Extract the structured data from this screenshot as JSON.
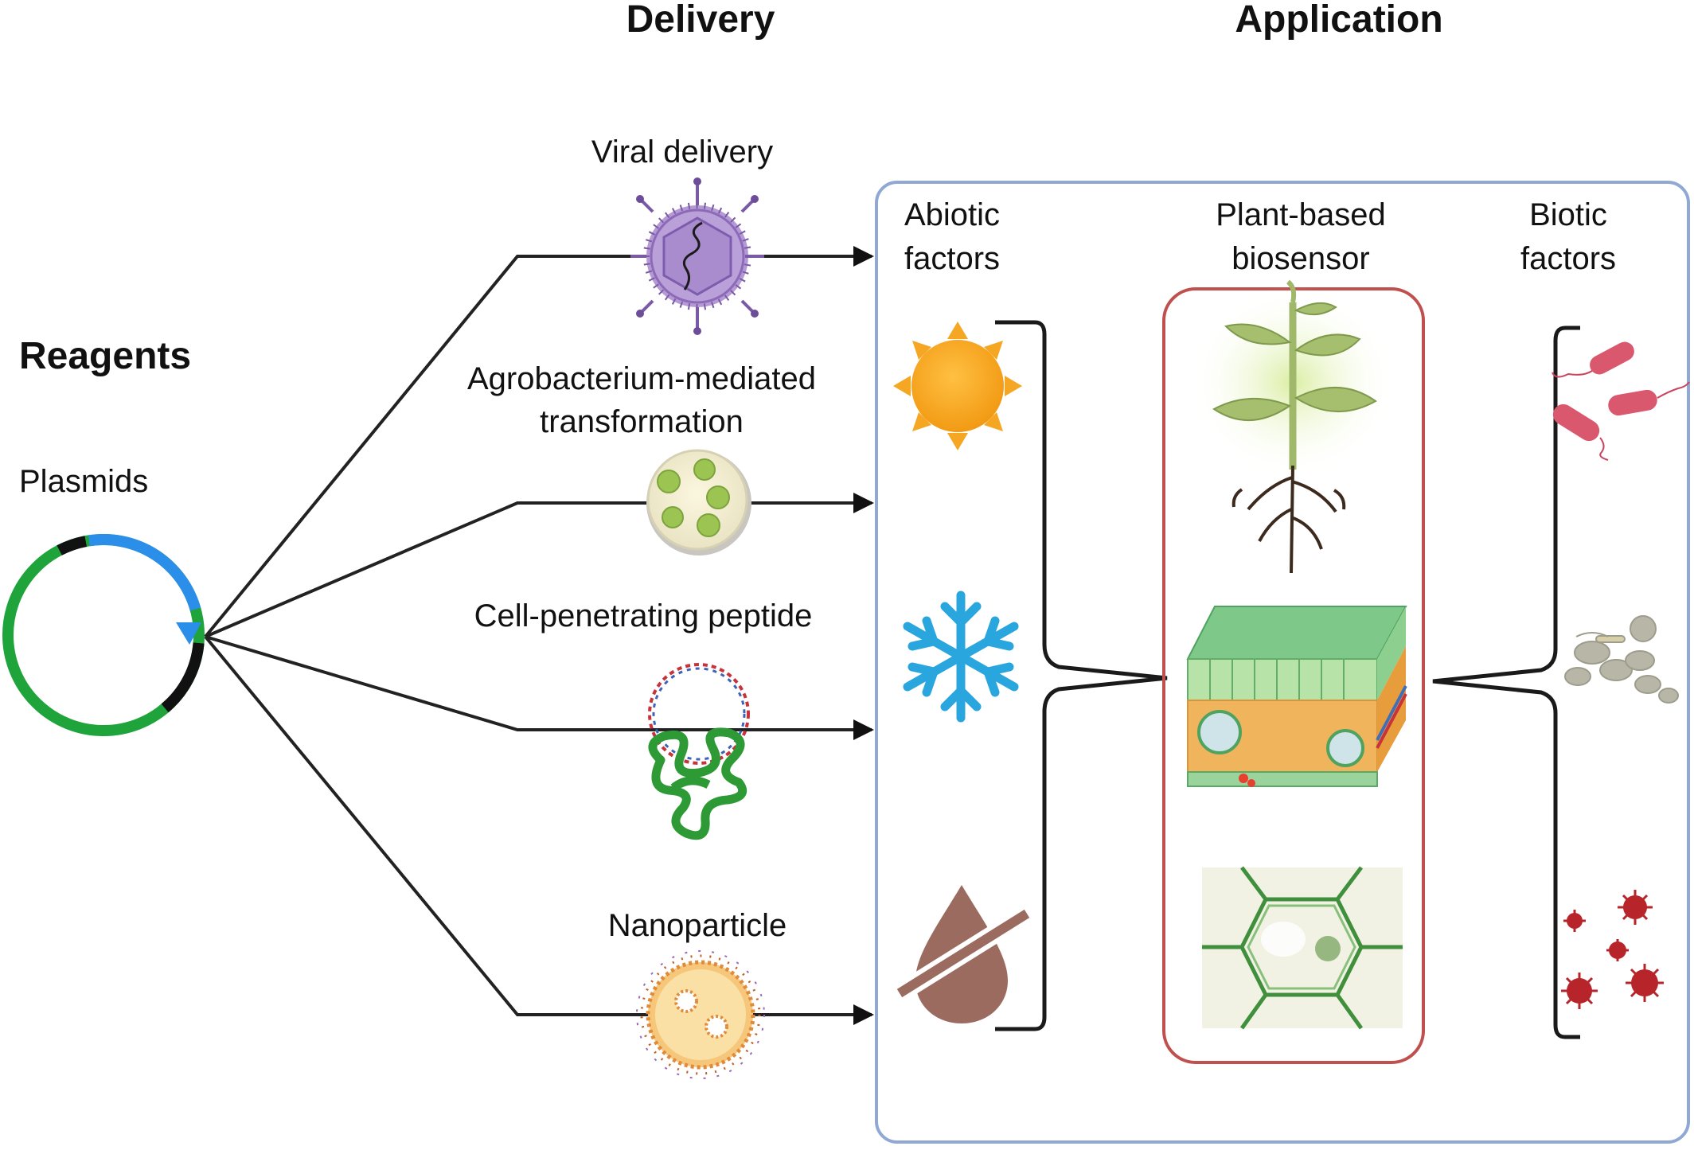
{
  "headers": {
    "delivery": "Delivery",
    "application": "Application",
    "reagents": "Reagents"
  },
  "reagent": {
    "label": "Plasmids"
  },
  "delivery_methods": [
    {
      "label_lines": [
        "Viral delivery"
      ],
      "icon": "virus-capsid-icon"
    },
    {
      "label_lines": [
        "Agrobacterium-mediated",
        "transformation"
      ],
      "icon": "petri-dish-icon"
    },
    {
      "label_lines": [
        "Cell-penetrating peptide"
      ],
      "icon": "peptide-dna-complex-icon"
    },
    {
      "label_lines": [
        "Nanoparticle"
      ],
      "icon": "lipid-nanoparticle-icon"
    }
  ],
  "application": {
    "abiotic_label_lines": [
      "Abiotic",
      "factors"
    ],
    "biosensor_label_lines": [
      "Plant-based",
      "biosensor"
    ],
    "biotic_label_lines": [
      "Biotic",
      "factors"
    ],
    "abiotic_icons": [
      "sun-icon",
      "snowflake-icon",
      "no-water-drop-icon"
    ],
    "biosensor_icons": [
      "plant-icon",
      "leaf-cross-section-icon",
      "plant-cell-icon"
    ],
    "biotic_icons": [
      "bacteria-icon",
      "fungus-icon",
      "virus-particles-icon"
    ]
  },
  "colors": {
    "application_border": "#8fa8d4",
    "biosensor_border": "#c0504d",
    "plasmid_green": "#1ea43a",
    "plasmid_blue": "#2b8ee8",
    "plasmid_black": "#111111",
    "sun": "#f5a623",
    "snowflake": "#2aa6de",
    "water_drop": "#9c6b60",
    "virus_purple": "#8d6ab8",
    "bacteria": "#d9586e",
    "fungus": "#b8b6a6",
    "pathogen_red": "#b7252b"
  }
}
